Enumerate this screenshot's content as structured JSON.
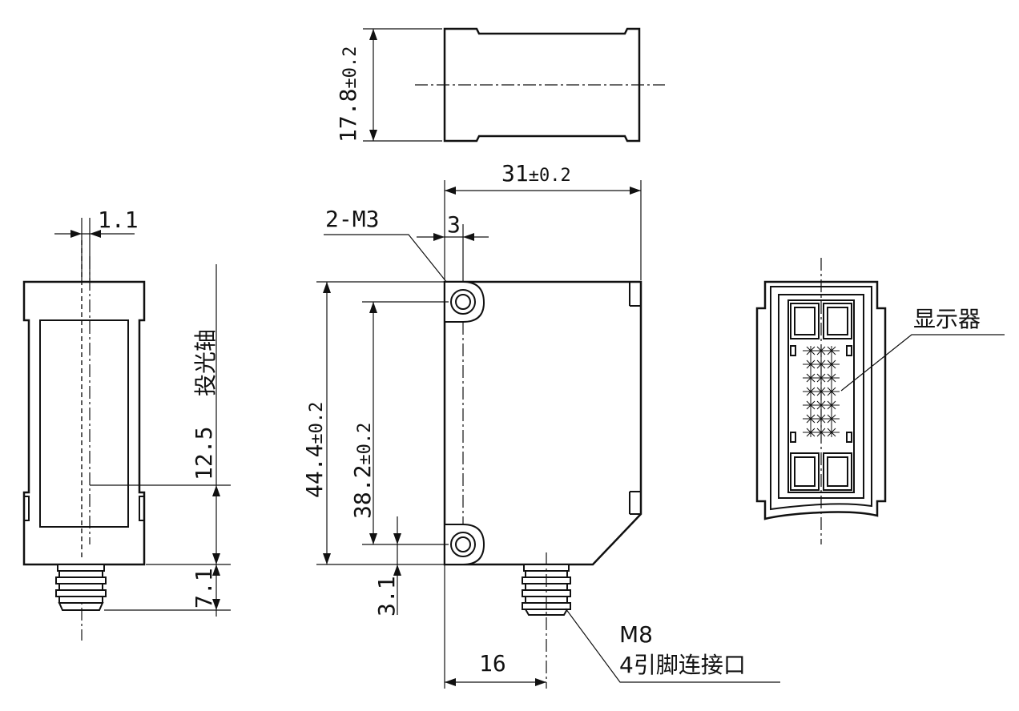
{
  "dimensions": {
    "top_height": {
      "main": "17.8",
      "tol": "±0.2"
    },
    "width": {
      "main": "31",
      "tol": "±0.2"
    },
    "side_offset": "1.1",
    "axis_label": "投光轴",
    "axis_pos": "12.5",
    "connector_len": "7.1",
    "hole_label": "2-M3",
    "hole_offset": "3",
    "overall_height": {
      "main": "44.4",
      "tol": "±0.2"
    },
    "hole_pitch": {
      "main": "38.2",
      "tol": "±0.2"
    },
    "bottom_offset": "3.1",
    "connector_pos": "16"
  },
  "labels": {
    "connector_type": "M8",
    "connector_desc": "4引脚连接口",
    "display": "显示器"
  }
}
